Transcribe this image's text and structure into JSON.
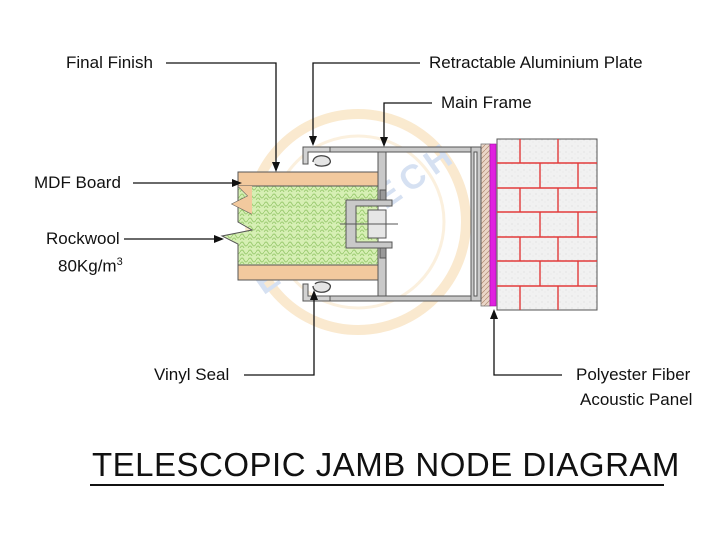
{
  "title": "TELESCOPIC JAMB NODE DIAGRAM",
  "watermark": "EUROTECH",
  "labels": {
    "final_finish": "Final Finish",
    "mdf_board": "MDF Board",
    "rockwool_line1": "Rockwool",
    "rockwool_line2": "80Kg/m",
    "rockwool_sup": "3",
    "vinyl_seal": "Vinyl Seal",
    "retractable_plate": "Retractable Aluminium Plate",
    "main_frame": "Main Frame",
    "polyester_line1": "Polyester Fiber",
    "polyester_line2": "Acoustic Panel"
  },
  "colors": {
    "mdf": "#f2c99e",
    "rockwool": "#d6efb4",
    "rockwool_weave": "#9ccc72",
    "acoustic_panel": "#e020e0",
    "brick_line": "#e23b3b",
    "brick_fill": "#f1f1f1",
    "insulation": "#d9b8a0",
    "frame_stroke": "#555555",
    "frame_fill": "#bdbdbd",
    "watermark": "#f6d8a8"
  }
}
